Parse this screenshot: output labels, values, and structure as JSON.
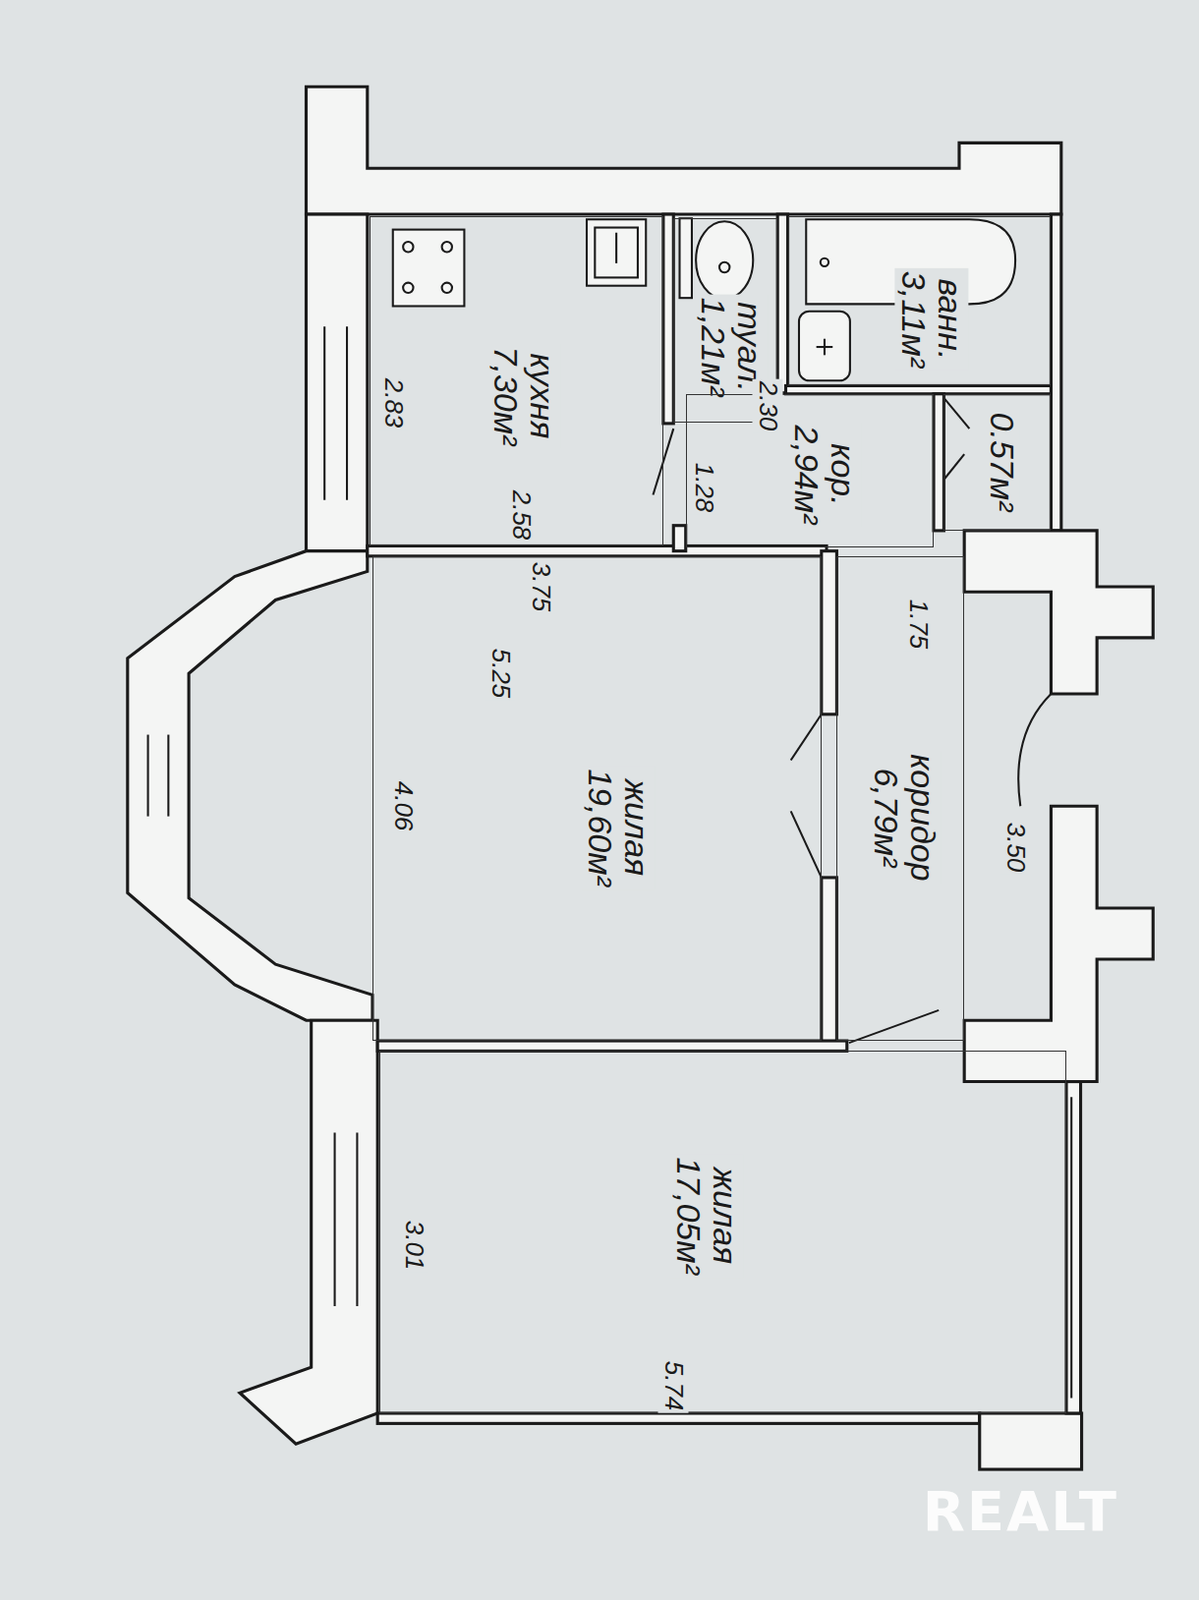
{
  "diagram": {
    "nodes": [
      {
        "text": [
          "кухня",
          "7,30м²"
        ]
      },
      {
        "text": [
          "туал.",
          "1,21м²"
        ]
      },
      {
        "text": [
          "ванн.",
          "3,11м²"
        ]
      },
      {
        "text": [
          "кор.",
          "2,94м²"
        ]
      },
      {
        "text": [
          "0.57м²"
        ]
      },
      {
        "text": [
          "жилая",
          "19,60м²"
        ]
      },
      {
        "text": [
          "коридор",
          "6,79м²"
        ]
      },
      {
        "text": [
          "жилая",
          "17,05м²"
        ]
      }
    ],
    "labels": [
      "2.83",
      "2.58",
      "1.28",
      "2.30",
      "3.75",
      "5.25",
      "4.06",
      "1.75",
      "3.50",
      "3.01",
      "5.74",
      "REALT"
    ]
  }
}
